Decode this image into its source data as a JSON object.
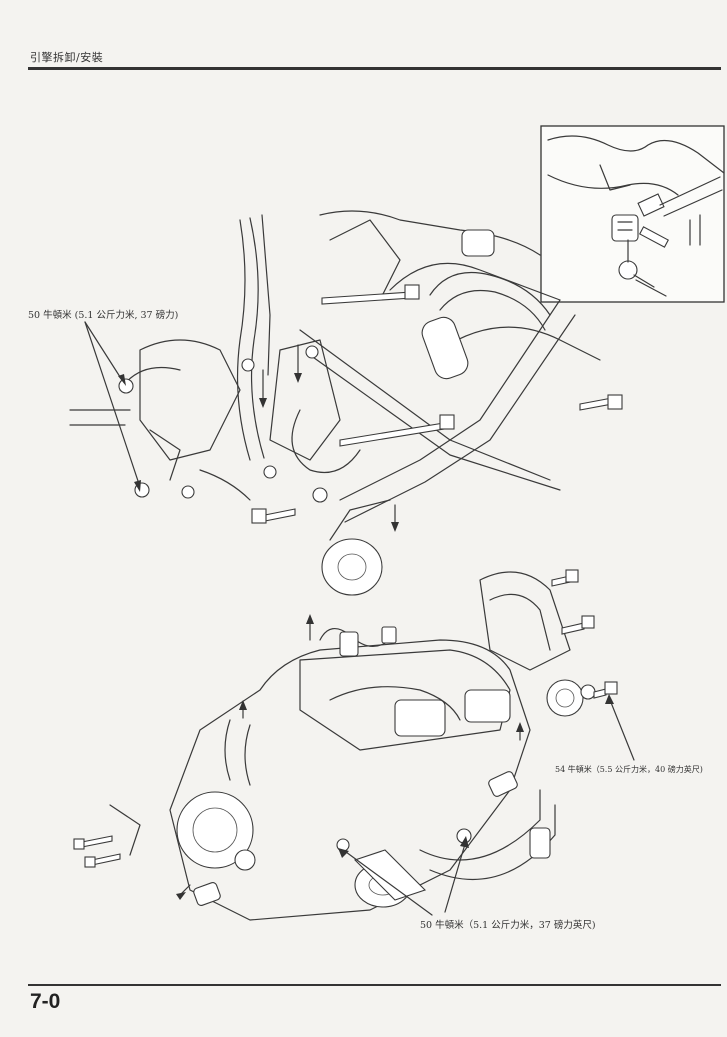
{
  "header": {
    "title": "引擎拆卸/安裝"
  },
  "callouts": {
    "top_torque": "50 牛頓米 (5.1 公斤力米, 37 磅力)",
    "right_torque": "54 牛頓米（5.5 公斤力米，40 磅力英尺)",
    "bottom_torque": "50 牛頓米（5.1 公斤力米，37 磅力英尺)"
  },
  "footer": {
    "page_number": "7-0"
  }
}
